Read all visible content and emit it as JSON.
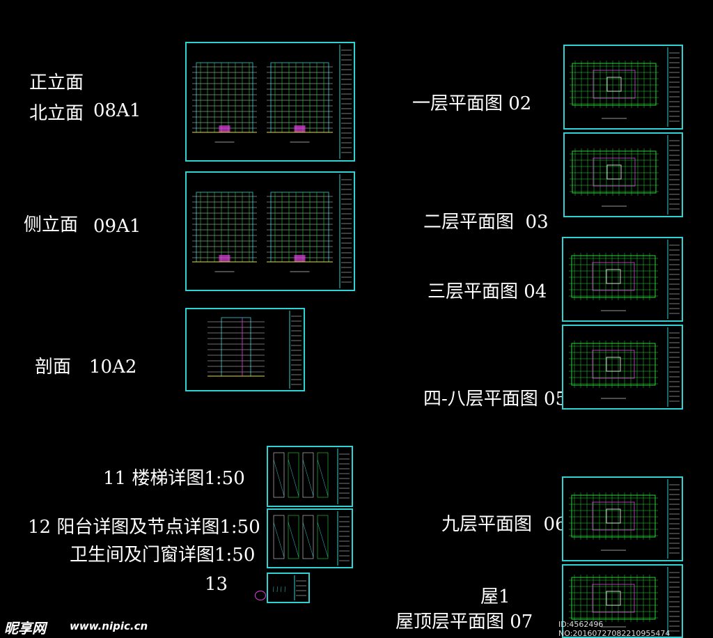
{
  "labels": {
    "front_elevation": "正立面",
    "north_elevation": "北立面",
    "code_08": "08A1",
    "side_elevation": "侧立面",
    "code_09": "09A1",
    "section": "剖面",
    "code_10": "10A2",
    "stair_detail": "11 楼梯详图1:50",
    "balcony_detail": "12 阳台详图及节点详图1:50",
    "bath_door_window": "卫生间及门窗详图1:50",
    "sheet_13": "13",
    "floor_1": "一层平面图 02",
    "floor_2": "二层平面图  03",
    "floor_3": "三层平面图 04",
    "floor_4_8": "四-八层平面图 05",
    "floor_9": "九层平面图  06",
    "roof_1": "屋1",
    "roof_plan": "屋顶层平面图 07"
  },
  "watermark": {
    "logo": "昵享网",
    "url": "www.nipic.cn",
    "id": "ID:4562496 NO:20160727082210955474"
  },
  "colors": {
    "frame": "#2fd3d3",
    "text": "#ffffff",
    "plan_green": "#27d63a",
    "accent_magenta": "#e040e0",
    "accent_yellow": "#e8e030"
  }
}
